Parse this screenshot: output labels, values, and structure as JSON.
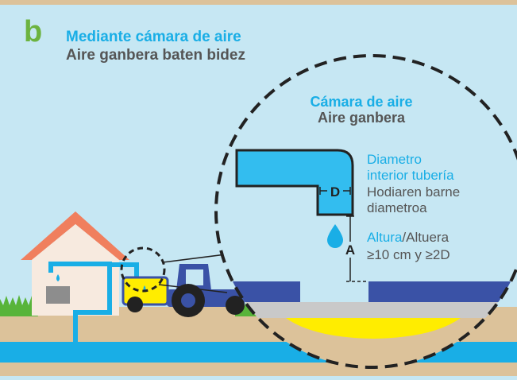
{
  "panel": {
    "letter": "b",
    "title_es": "Mediante cámara de aire",
    "title_eu": "Aire ganbera baten bidez"
  },
  "zoom": {
    "title_es": "Cámara de aire",
    "title_eu": "Aire ganbera"
  },
  "labels": {
    "diam_es_1": "Diametro",
    "diam_es_2": "interior tubería",
    "diam_eu_1": "Hodiaren barne",
    "diam_eu_2": "diametroa",
    "height_es": "Altura",
    "height_sep": "/",
    "height_eu": "Altuera",
    "height_rule": "≥10 cm y ≥2D",
    "d_symbol": "D",
    "a_symbol": "A"
  },
  "colors": {
    "accent_blue": "#19aee6",
    "water_blue": "#33bdef",
    "sky": "#c6e7f3",
    "ground": "#dcc29a",
    "tractor": "#3a52a6",
    "yellow": "#ffed00",
    "grass": "#58b43a",
    "roof": "#f07f5e",
    "wall": "#f7eadf",
    "dark_text": "#555555",
    "letter": "#6cb33f"
  }
}
